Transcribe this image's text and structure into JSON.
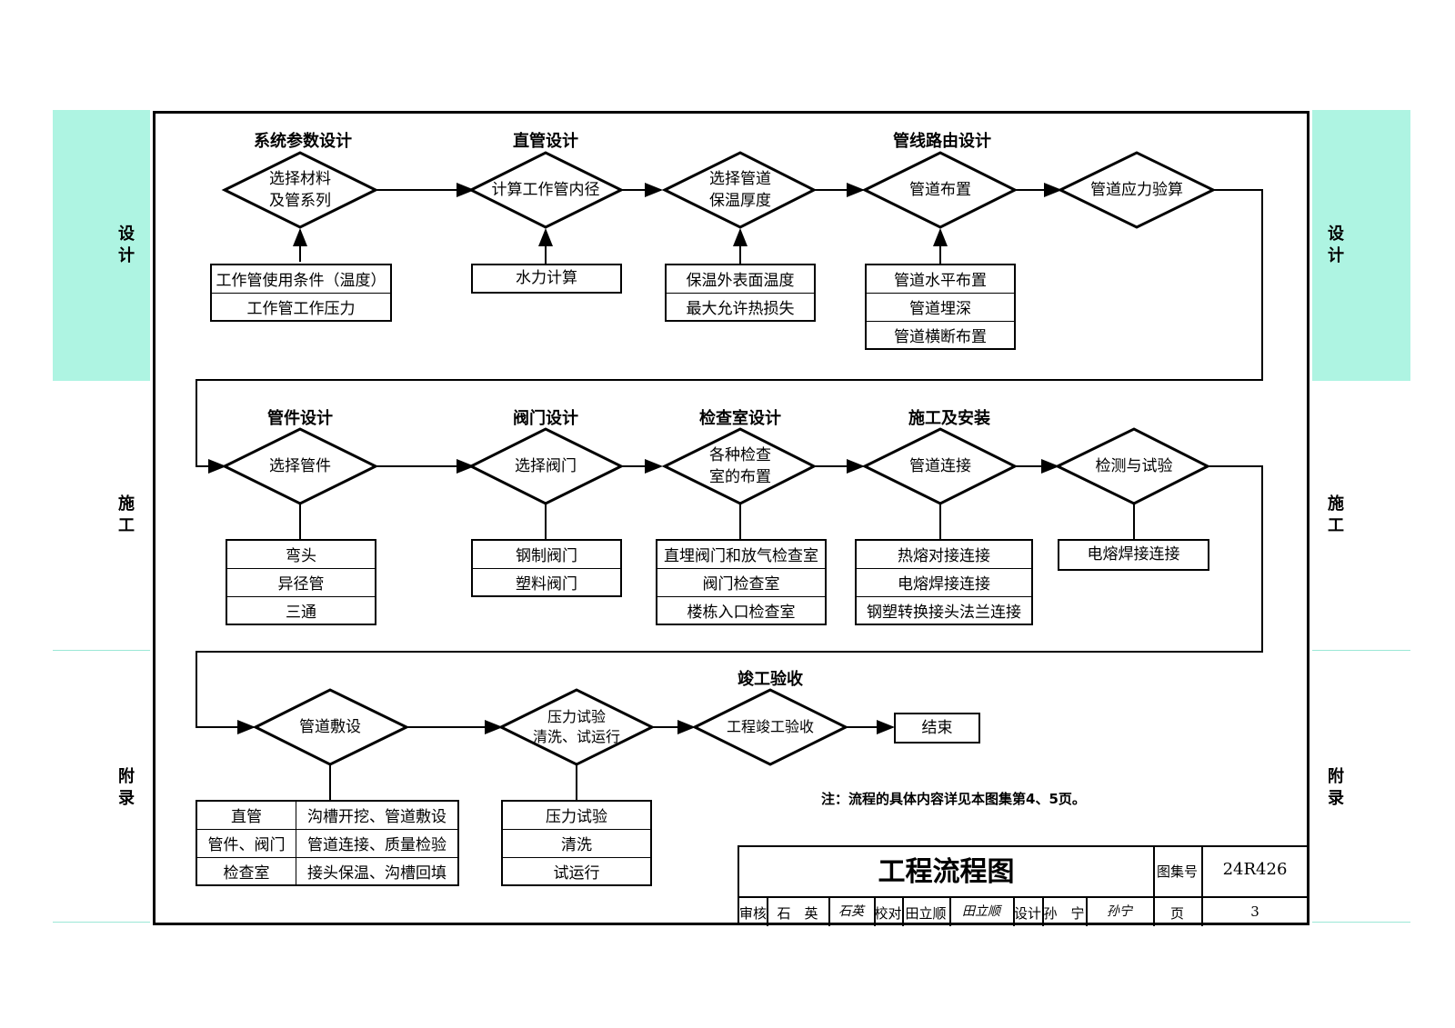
{
  "side_labels": {
    "design": [
      "设",
      "计"
    ],
    "construction": [
      "施",
      "工"
    ],
    "appendix": [
      "附",
      "录"
    ]
  },
  "section_titles": {
    "system_param": "系统参数设计",
    "straight_pipe": "直管设计",
    "route": "管线路由设计",
    "fitting": "管件设计",
    "valve": "阀门设计",
    "inspection_room": "检查室设计",
    "install": "施工及安装",
    "acceptance": "竣工验收"
  },
  "decisions": {
    "d1": [
      "选择材料",
      "及管系列"
    ],
    "d2": [
      "计算工作管内径"
    ],
    "d3": [
      "选择管道",
      "保温厚度"
    ],
    "d4": [
      "管道布置"
    ],
    "d5": [
      "管道应力验算"
    ],
    "d6": [
      "选择管件"
    ],
    "d7": [
      "选择阀门"
    ],
    "d8": [
      "各种检查",
      "室的布置"
    ],
    "d9": [
      "管道连接"
    ],
    "d10": [
      "检测与试验"
    ],
    "d11": [
      "管道敷设"
    ],
    "d12": [
      "压力试验",
      "清洗、试运行"
    ],
    "d13": [
      "工程竣工验收"
    ]
  },
  "tables": {
    "t1": [
      "工作管使用条件（温度）",
      "工作管工作压力"
    ],
    "t2": [
      "水力计算"
    ],
    "t3": [
      "保温外表面温度",
      "最大允许热损失"
    ],
    "t4": [
      "管道水平布置",
      "管道埋深",
      "管道横断布置"
    ],
    "t6": [
      "弯头",
      "异径管",
      "三通"
    ],
    "t7": [
      "钢制阀门",
      "塑料阀门"
    ],
    "t8": [
      "直埋阀门和放气检查室",
      "阀门检查室",
      "楼栋入口检查室"
    ],
    "t9": [
      "热熔对接连接",
      "电熔焊接连接",
      "钢塑转换接头法兰连接"
    ],
    "t10": [
      "电熔焊接连接"
    ],
    "t11": [
      [
        "直管",
        "沟槽开挖、管道敷设"
      ],
      [
        "管件、阀门",
        "管道连接、质量检验"
      ],
      [
        "检查室",
        "接头保温、沟槽回填"
      ]
    ],
    "t12": [
      "压力试验",
      "清洗",
      "试运行"
    ]
  },
  "end_box": "结束",
  "note": "注：流程的具体内容详见本图集第4、5页。",
  "title_block": {
    "title": "工程流程图",
    "atlas_label": "图集号",
    "atlas_no": "24R426",
    "review_label": "审核",
    "reviewer": "石　英",
    "review_sign": "石英",
    "check_label": "校对",
    "checker": "田立顺",
    "check_sign": "田立顺",
    "design_label": "设计",
    "designer": "孙　宁",
    "design_sign": "孙宁",
    "page_label": "页",
    "page_no": "3"
  },
  "colors": {
    "tab": "#aef4e2",
    "line": "#000000"
  }
}
